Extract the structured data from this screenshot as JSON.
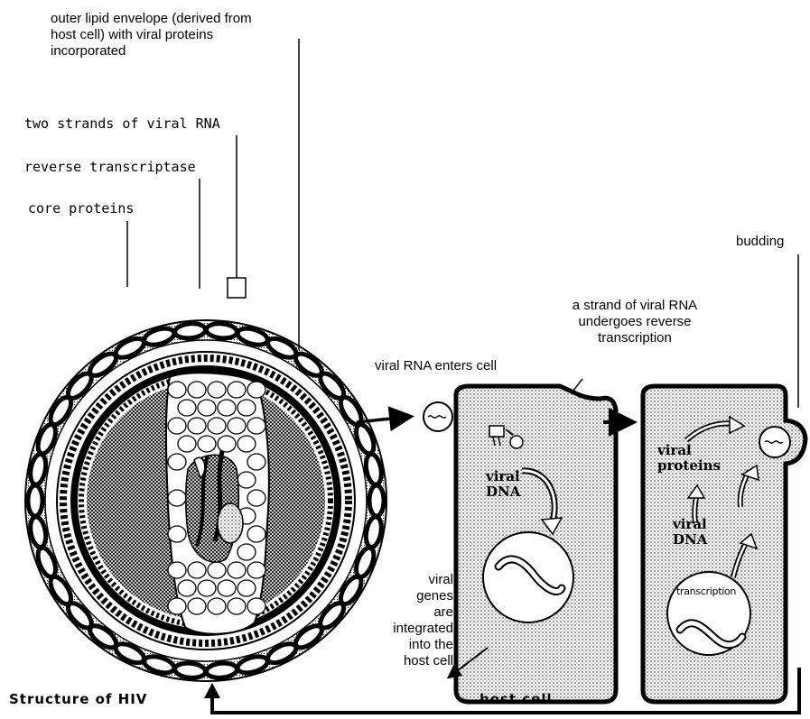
{
  "labels": {
    "envelope": "outer lipid envelope (derived from\nhost cell) with viral proteins\nincorporated",
    "rna_strands": "two strands of viral RNA",
    "reverse_transcriptase": "reverse transcriptase",
    "core_proteins": "core proteins",
    "budding": "budding",
    "rna_reverse": "a strand of viral RNA\nundergoes reverse\ntranscription",
    "rna_enters": "viral RNA enters cell",
    "viral_dna_1": "viral\nDNA",
    "genes_integrated": "viral\ngenes\nare\nintegrated\ninto the\nhost cell",
    "viral_proteins": "viral\nproteins",
    "viral_dna_2": "viral\nDNA",
    "transcription": "transcription",
    "structure_title": "Structure of HIV",
    "host_cell_title": "host cell"
  }
}
